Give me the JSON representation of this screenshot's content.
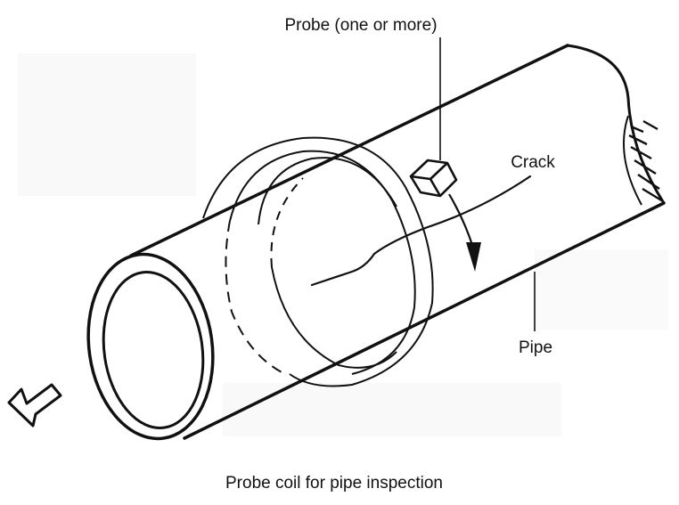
{
  "diagram": {
    "caption": "Probe coil for pipe inspection",
    "labels": {
      "probe": "Probe (one or more)",
      "crack": "Crack",
      "pipe": "Pipe"
    },
    "colors": {
      "ink": "#111111",
      "background": "#ffffff",
      "halftone": "#d9d9d9"
    },
    "icons": {
      "motion_arrow": "hollow-arrow-left-down",
      "probe": "hexagonal-probe"
    }
  }
}
